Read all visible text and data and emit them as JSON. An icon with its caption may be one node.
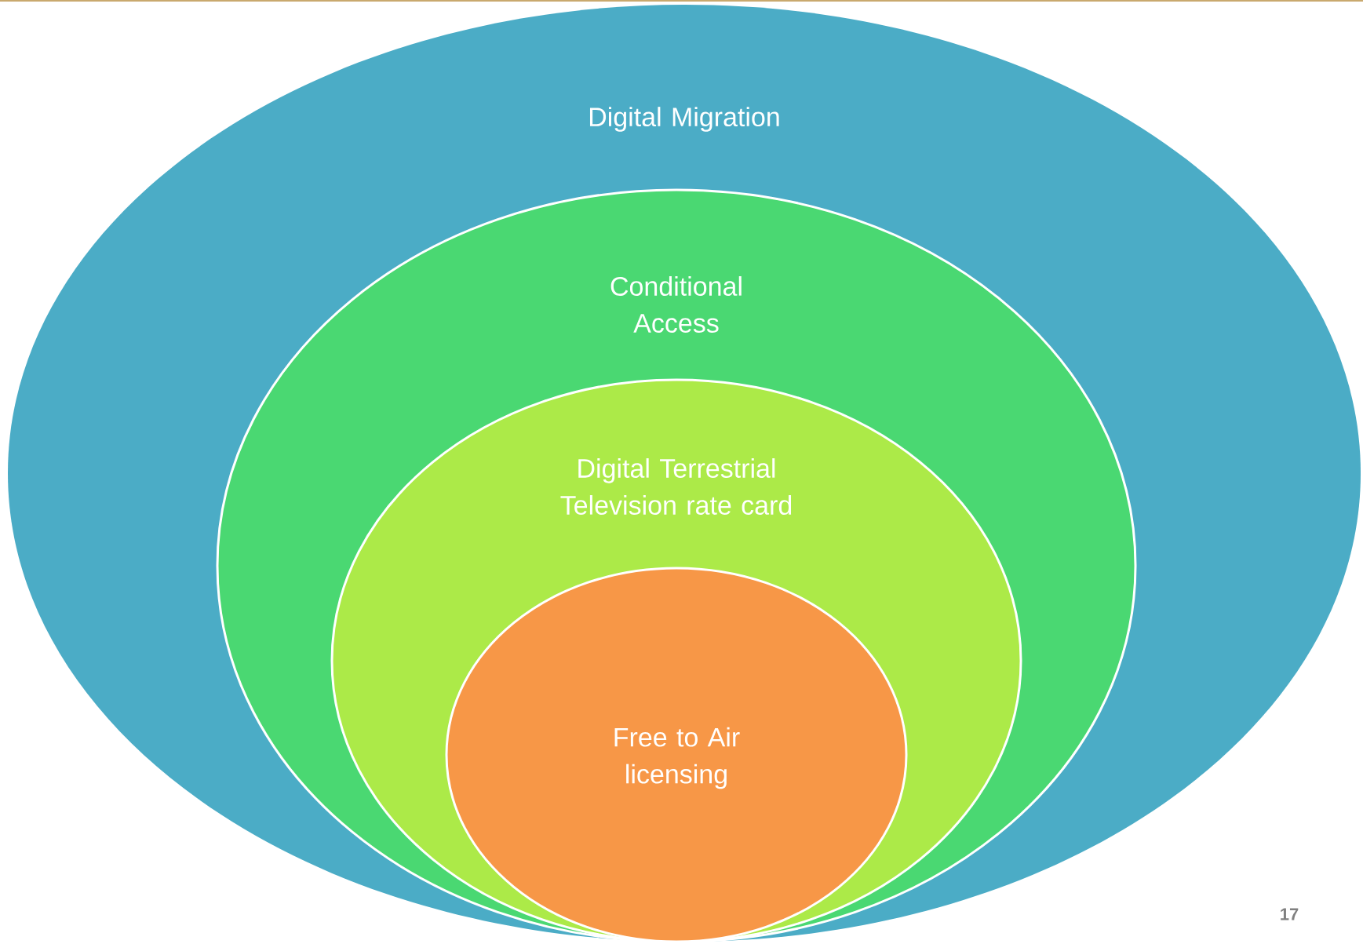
{
  "diagram": {
    "nodes": [
      {
        "text": [
          "Digital Migration"
        ]
      },
      {
        "text": [
          "Conditional Access"
        ],
        "in": 0
      },
      {
        "text": [
          "Digital Terrestrial Television rate card"
        ],
        "in": 1
      },
      {
        "text": [
          "Free to Air licensing"
        ],
        "in": 2
      }
    ],
    "labels": [
      "17"
    ]
  }
}
